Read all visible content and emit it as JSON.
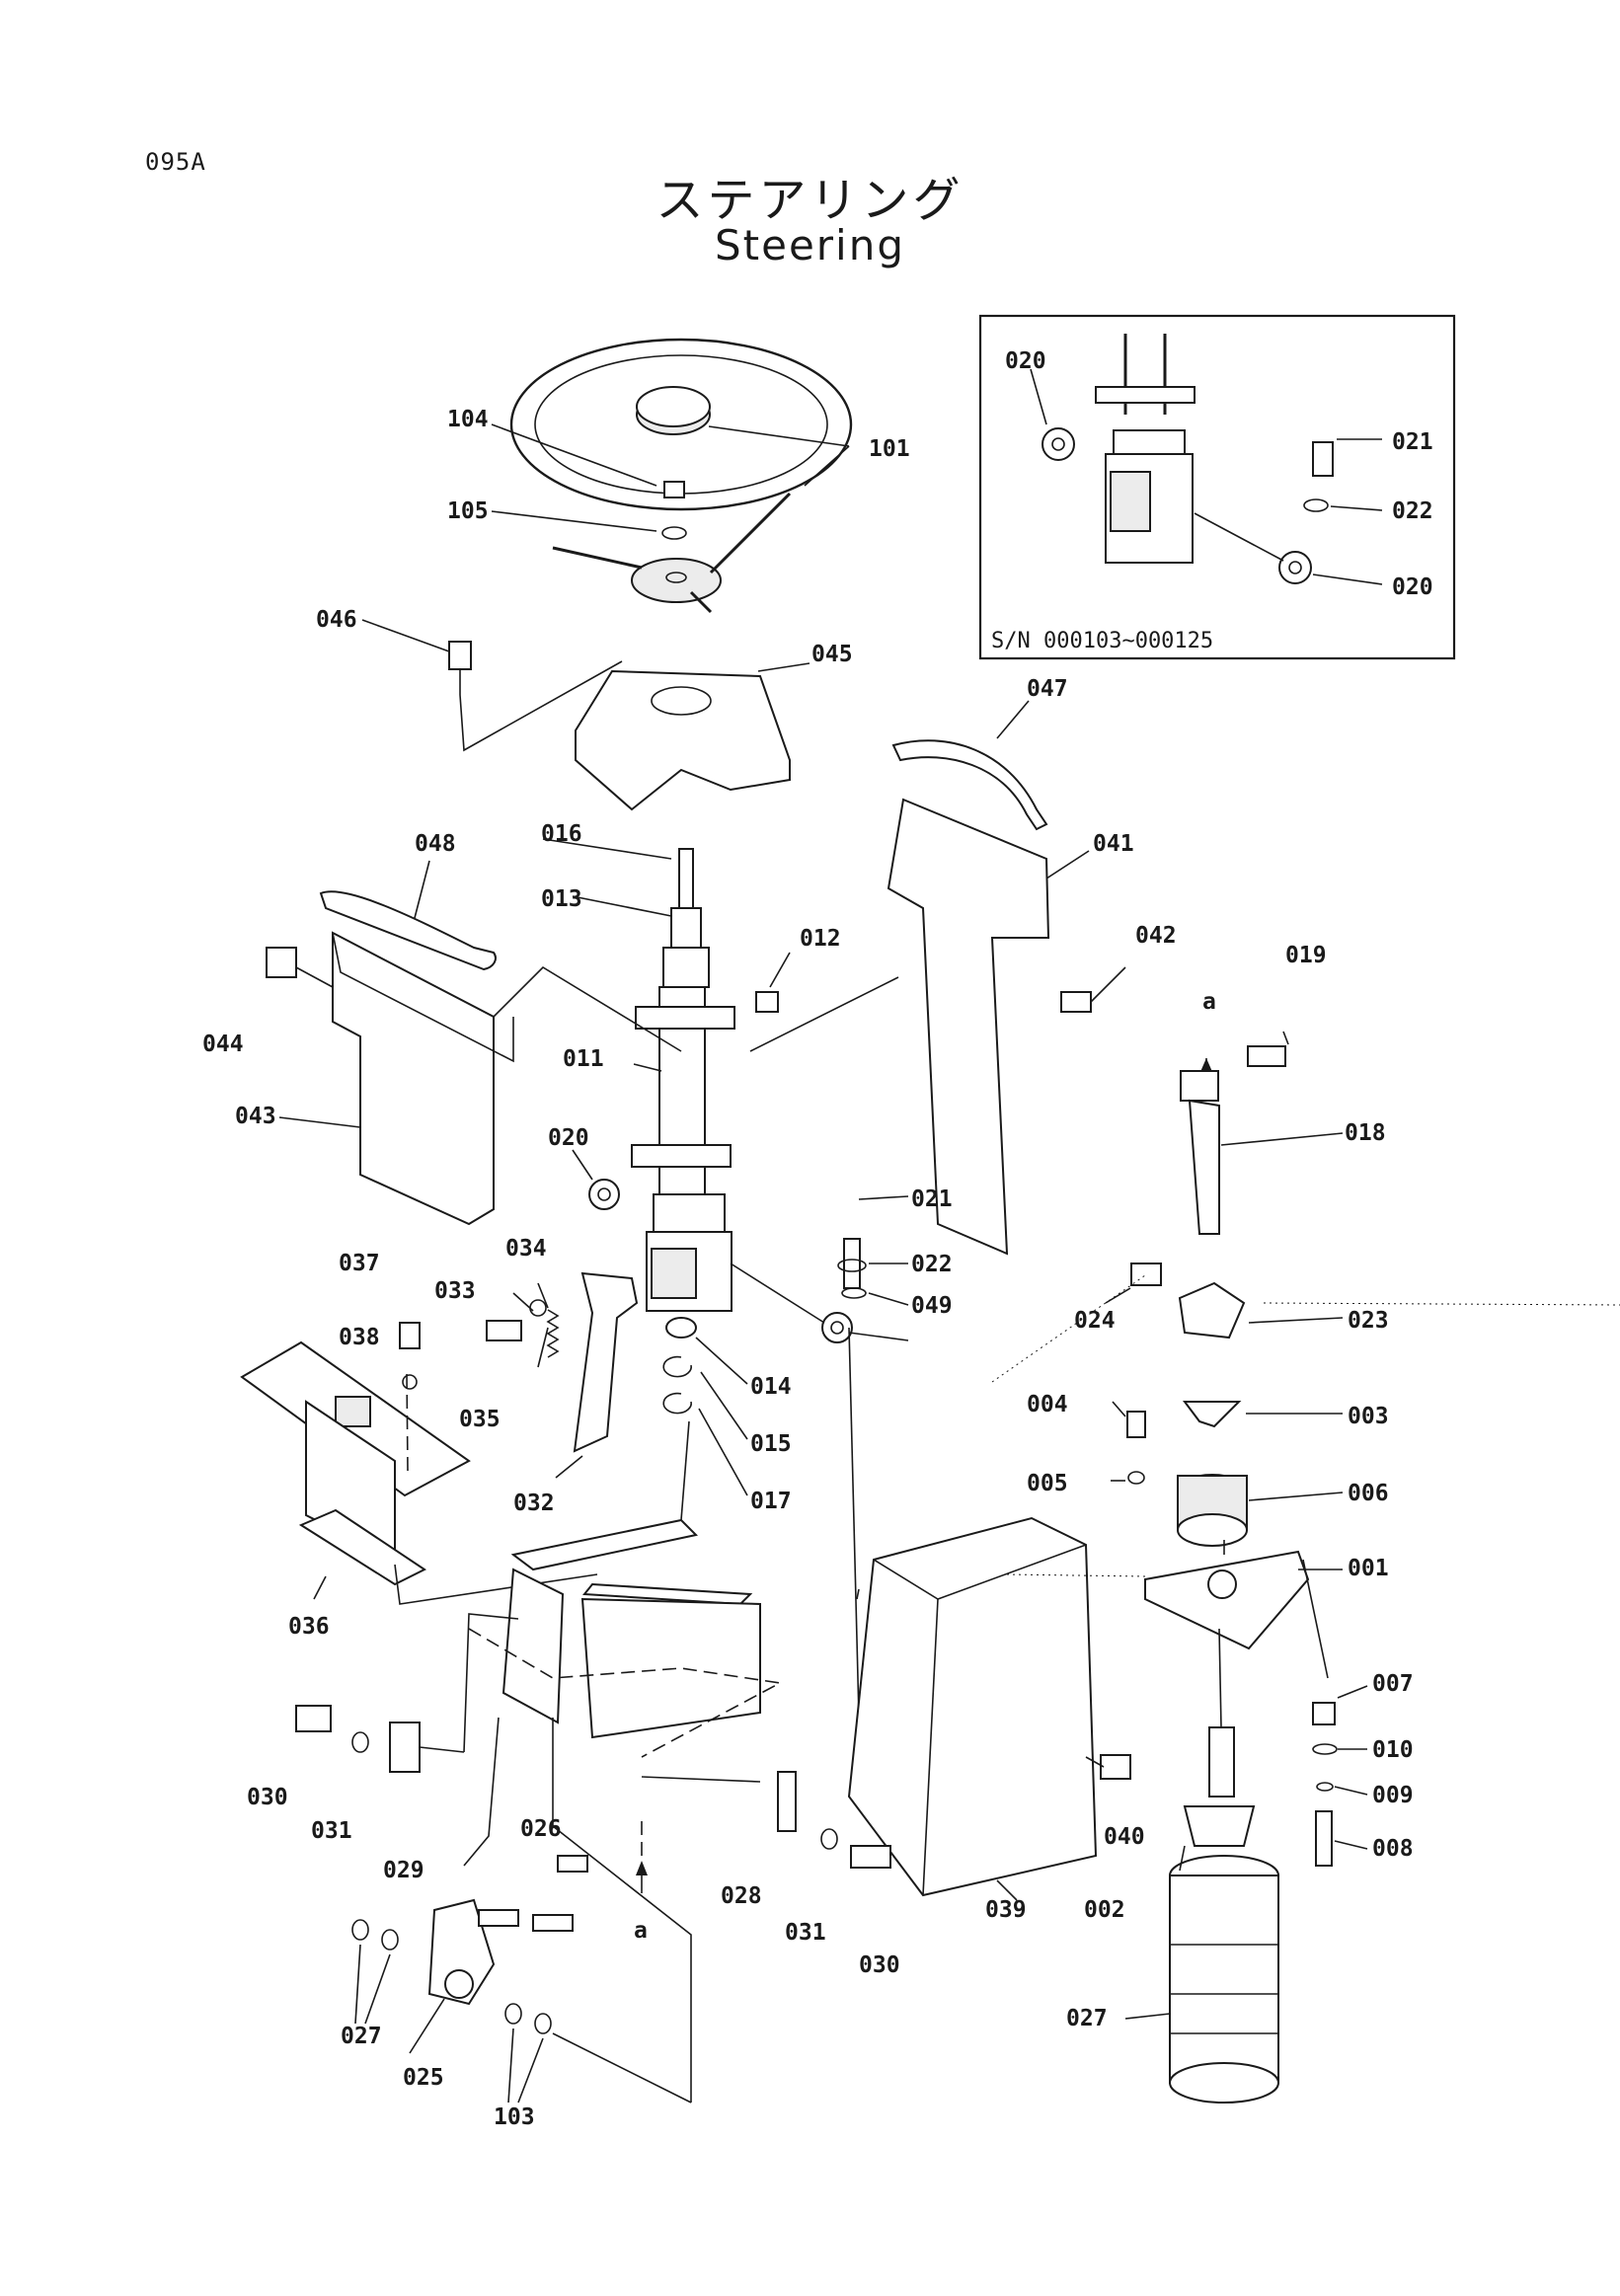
{
  "page_code": "095A",
  "title_jp": "ステアリング",
  "title_en": "Steering",
  "inset": {
    "serial_range": "S/N  000103~000125"
  },
  "arrow_label": "a",
  "part_labels": [
    "104",
    "101",
    "105",
    "046",
    "045",
    "047",
    "048",
    "016",
    "013",
    "012",
    "041",
    "042",
    "019",
    "044",
    "011",
    "043",
    "020",
    "018",
    "021",
    "037",
    "034",
    "033",
    "022",
    "049",
    "038",
    "024",
    "023",
    "014",
    "035",
    "015",
    "004",
    "003",
    "032",
    "017",
    "005",
    "006",
    "001",
    "036",
    "007",
    "010",
    "030",
    "031",
    "029",
    "009",
    "008",
    "040",
    "026",
    "028",
    "039",
    "002",
    "031",
    "030",
    "027",
    "025",
    "103",
    "027",
    "020",
    "021",
    "022",
    "020"
  ]
}
